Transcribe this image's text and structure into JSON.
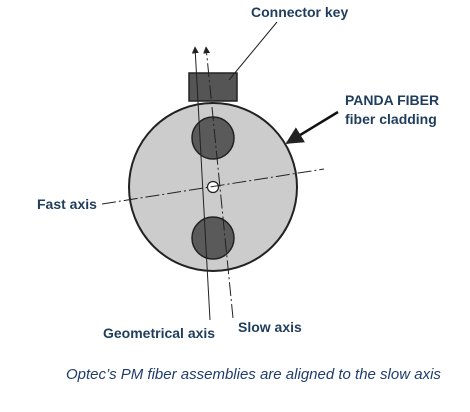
{
  "labels": {
    "connector_key": "Connector key",
    "panda_line1": "PANDA FIBER",
    "panda_line2": "fiber cladding",
    "fast_axis": "Fast axis",
    "geometrical_axis": "Geometrical axis",
    "slow_axis": "Slow axis"
  },
  "caption": "Optec’s PM fiber assemblies are aligned to the slow axis",
  "colors": {
    "label_text": "#1f3d5c",
    "caption_text": "#1f3d6e",
    "cladding_fill": "#cccccc",
    "stress_rod_fill": "#5a5a5a",
    "connector_fill": "#555555",
    "outline": "#222222"
  }
}
